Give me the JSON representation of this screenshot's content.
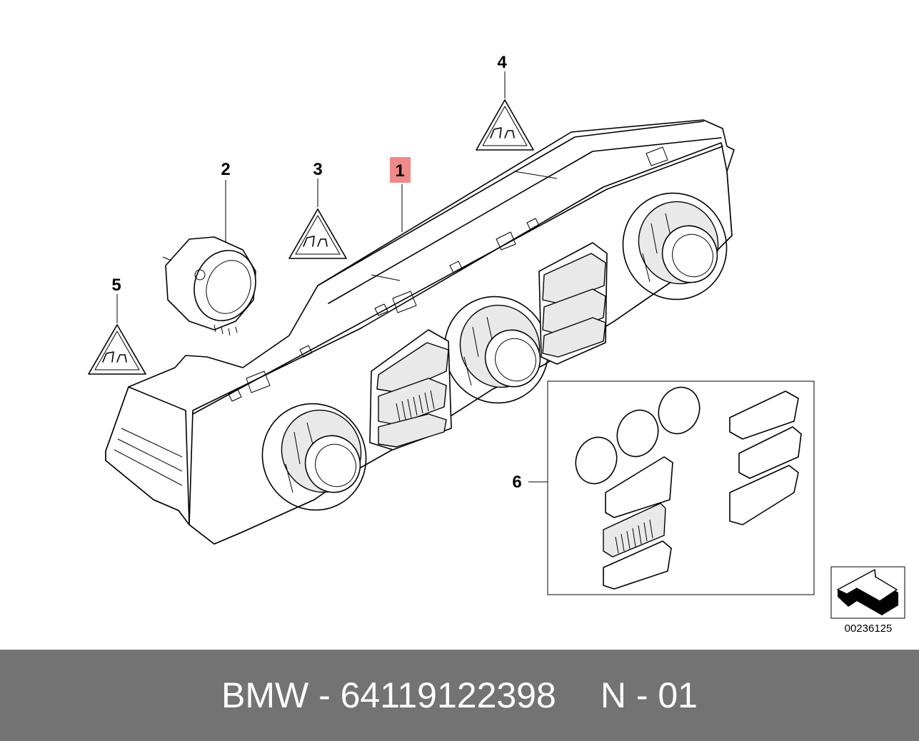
{
  "callouts": [
    {
      "id": "1",
      "label": "1",
      "highlight": true
    },
    {
      "id": "2",
      "label": "2"
    },
    {
      "id": "3",
      "label": "3"
    },
    {
      "id": "4",
      "label": "4"
    },
    {
      "id": "5",
      "label": "5"
    },
    {
      "id": "6",
      "label": "6"
    }
  ],
  "diagram_code": "00236125",
  "footer": {
    "part_text": "BMW - 64119122398",
    "variant_text": "N - 01"
  },
  "colors": {
    "highlight": "#f08a8a",
    "footer_bg": "#737373",
    "footer_text": "#ffffff"
  },
  "icons": [
    "warning-triangle-icon",
    "direction-arrow-icon"
  ]
}
